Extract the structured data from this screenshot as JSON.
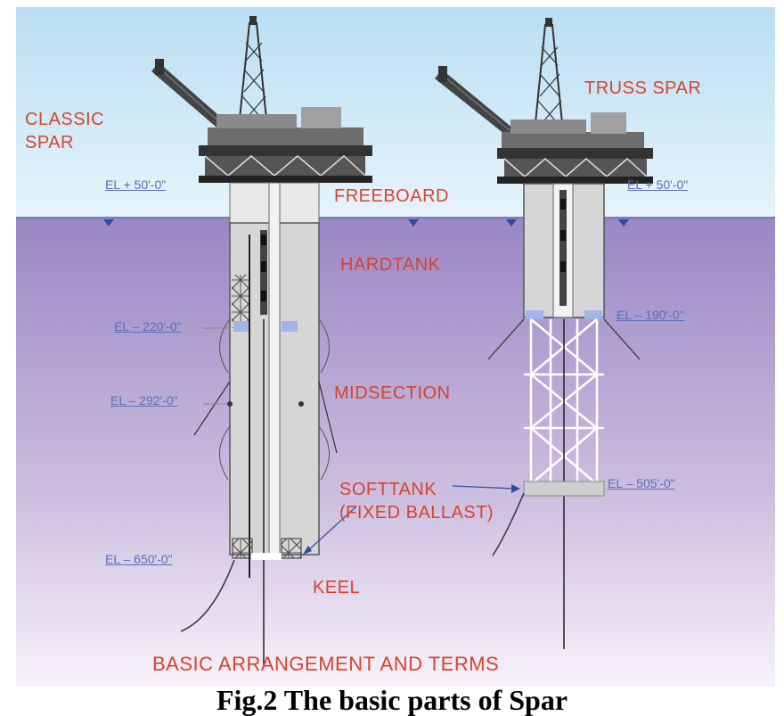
{
  "labels": {
    "classic_spar": "CLASSIC\nSPAR",
    "truss_spar": "TRUSS SPAR",
    "freeboard": "FREEBOARD",
    "hardtank": "HARDTANK",
    "midsection": "MIDSECTION",
    "softtank": "SOFTTANK\n(FIXED BALLAST)",
    "keel": "KEEL",
    "title": "BASIC ARRANGEMENT AND TERMS"
  },
  "elevations": {
    "classic_top": "EL + 50'-0\"",
    "classic_220": "EL – 220'-0\"",
    "classic_292": "EL – 292'-0\"",
    "classic_650": "EL – 650'-0\"",
    "truss_top": "EL + 50'-0\"",
    "truss_190": "EL – 190'-0\"",
    "truss_505": "EL – 505'-0\""
  },
  "caption": "Fig.2 The basic parts of Spar",
  "colors": {
    "sky": "#cfe8f7",
    "sea": "#9a86c4",
    "label_red": "#d9432c",
    "elevation_blue": "#5a6fb5"
  }
}
